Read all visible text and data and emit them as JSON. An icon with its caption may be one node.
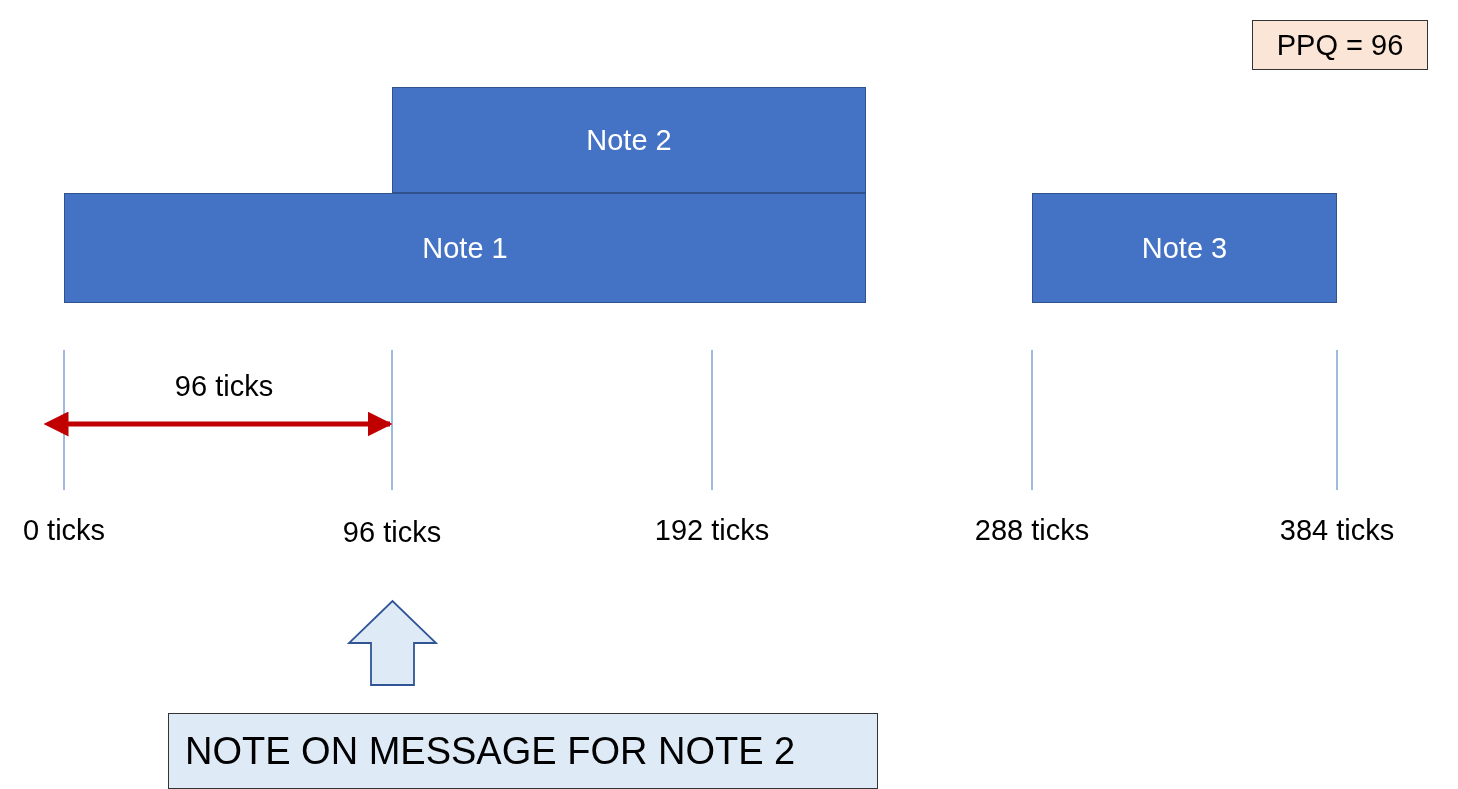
{
  "diagram": {
    "nodes": [
      {
        "text": [
          "PPQ = 96"
        ]
      },
      {
        "text": [
          "Note 2"
        ]
      },
      {
        "text": [
          "Note 1"
        ]
      },
      {
        "text": [
          "Note 3"
        ]
      },
      {
        "text": [
          "96 ticks"
        ]
      },
      {
        "text": [
          "NOTE ON MESSAGE FOR NOTE 2"
        ]
      }
    ],
    "edges": [
      {
        "from": 5,
        "to": 4,
        "arrow": "to",
        "style": "thick"
      }
    ],
    "labels": [
      "96 ticks",
      "0 ticks",
      "192 ticks",
      "288 ticks",
      "384 ticks"
    ]
  }
}
